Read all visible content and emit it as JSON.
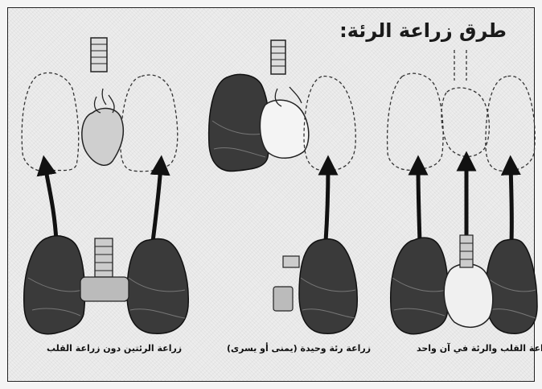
{
  "title": "طرق زراعة الرئة:",
  "captions": {
    "left": "زراعة الرئتين دون زراعة القلب",
    "middle": "زراعة رئة وحيدة (يمنى أو يسرى)",
    "right": "زراعة القلب والرئة في آن واحد"
  },
  "colors": {
    "lung_dark": "#3a3a3a",
    "heart_light": "#d0d0d0",
    "outline": "#111111"
  }
}
